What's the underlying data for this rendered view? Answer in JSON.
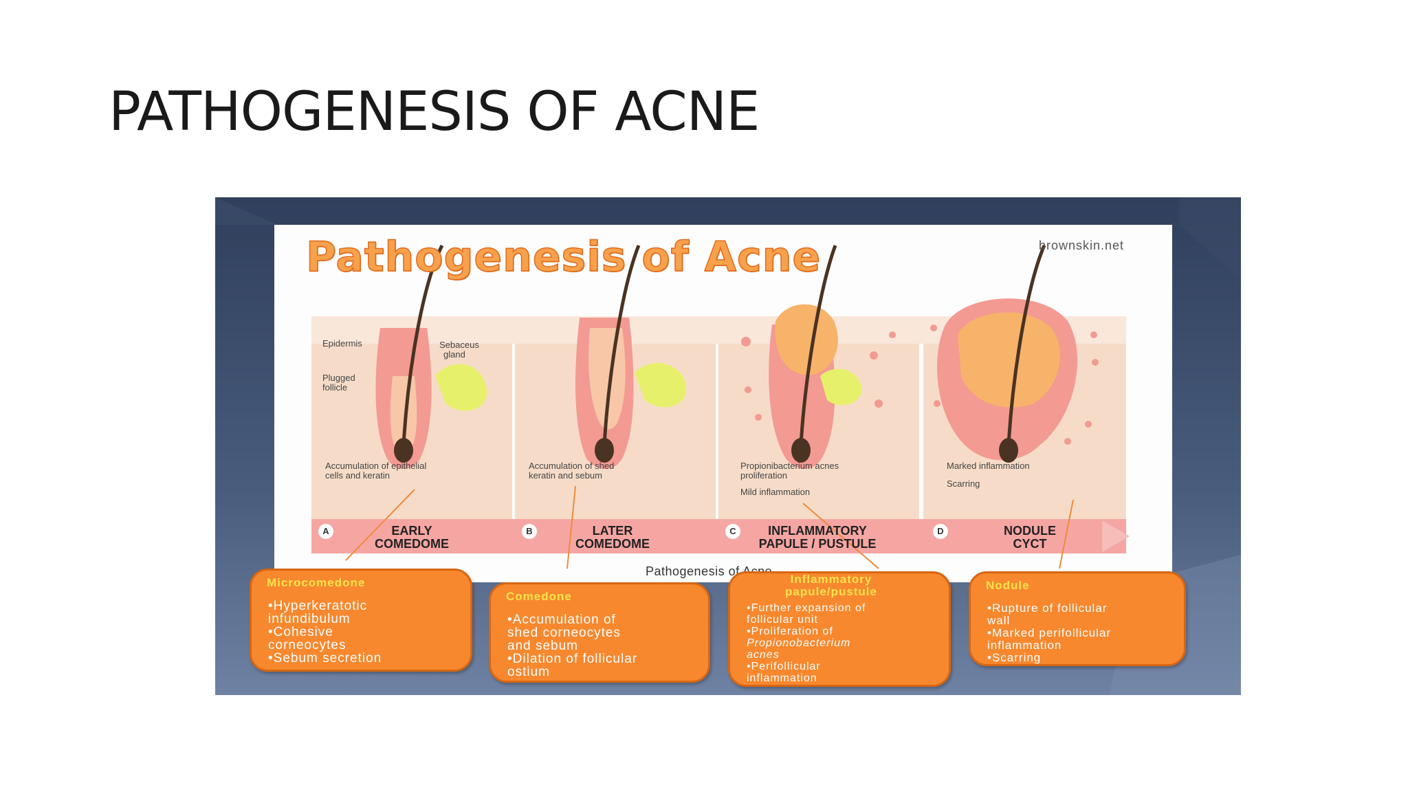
{
  "slide": {
    "title": "PATHOGENESIS OF ACNE"
  },
  "figure": {
    "title": "Pathogenesis of Acne",
    "source": "brownskin.net",
    "caption": "Pathogenesis of Acne",
    "colors": {
      "orange": "#f7882e",
      "yellow": "#ffe34d",
      "pink": "#f6a3a0",
      "skin": "#f6dcc8"
    },
    "annotations": {
      "epidermis": "Epidermis",
      "sebaceous_1": "Sebaceus",
      "sebaceous_2": "gland",
      "plugged_1": "Plugged",
      "plugged_2": "follicle"
    },
    "panels": [
      {
        "letter": "A",
        "line1": "EARLY",
        "line2": "COMEDOME",
        "desc1": "Accumulation of epithelial",
        "desc2": "cells and keratin",
        "desc3": ""
      },
      {
        "letter": "B",
        "line1": "LATER",
        "line2": "COMEDOME",
        "desc1": "Accumulation of shed",
        "desc2": "keratin and sebum",
        "desc3": ""
      },
      {
        "letter": "C",
        "line1": "INFLAMMATORY",
        "line2": "PAPULE / PUSTULE",
        "desc1": "Propionibacterium acnes",
        "desc2": "proliferation",
        "desc3": "Mild inflammation"
      },
      {
        "letter": "D",
        "line1": "NODULE",
        "line2": "CYCT",
        "desc1": "Marked inflammation",
        "desc2": "",
        "desc3": "Scarring"
      }
    ],
    "boxes": [
      {
        "title": "Microcomedone",
        "lines": [
          "•Hyperkeratotic",
          "infundibulum",
          "•Cohesive",
          "corneocytes",
          "•Sebum secretion"
        ]
      },
      {
        "title": "Comedone",
        "lines": [
          "•Accumulation of",
          "shed corneocytes",
          "and sebum",
          "•Dilation of follicular",
          "ostium"
        ]
      },
      {
        "title": "Inflammatory",
        "title2": "papule/pustule",
        "lines": [
          "•Further expansion of",
          "follicular unit",
          "•Proliferation of",
          "Propionobacterium",
          "acnes",
          "•Perifollicular",
          "inflammation"
        ]
      },
      {
        "title": "Nodule",
        "lines": [
          "•Rupture of follicular",
          "wall",
          "•Marked perifollicular",
          "inflammation",
          "•Scarring"
        ]
      }
    ]
  }
}
